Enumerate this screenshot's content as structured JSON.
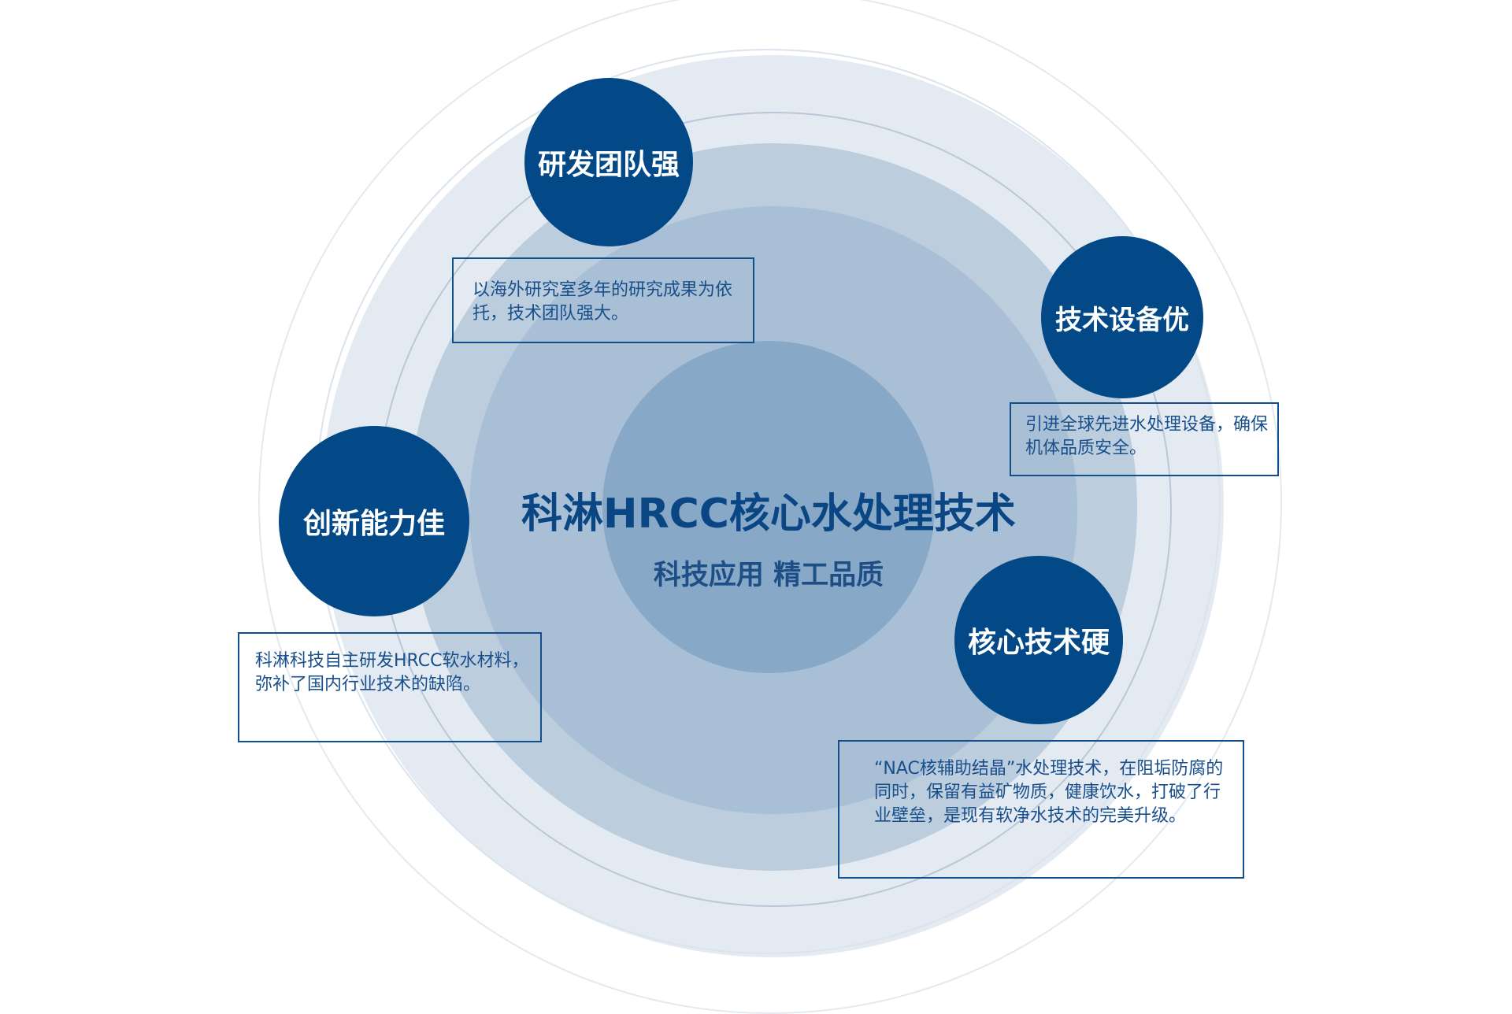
{
  "center": {
    "title": "科淋HRCC核心水处理技术",
    "subtitle": "科技应用 精工品质"
  },
  "features": [
    {
      "label": "研发团队强",
      "description": "以海外研究室多年的研究成果为依托，技术团队强大。"
    },
    {
      "label": "技术设备优",
      "description": "引进全球先进水处理设备，确保机体品质安全。"
    },
    {
      "label": "创新能力佳",
      "description": "科淋科技自主研发HRCC软水材料，弥补了国内行业技术的缺陷。"
    },
    {
      "label": "核心技术硬",
      "description": "“NAC核辅助结晶”水处理技术，在阻垢防腐的同时，保留有益矿物质，健康饮水，打破了行业壁垒，是现有软净水技术的完美升级。"
    }
  ],
  "colors": {
    "primary": "#034987",
    "title": "#0a4584",
    "ring_light": "#e3eaf2",
    "ring_mid": "#bccddd",
    "ring_core": "#87a8c7"
  }
}
